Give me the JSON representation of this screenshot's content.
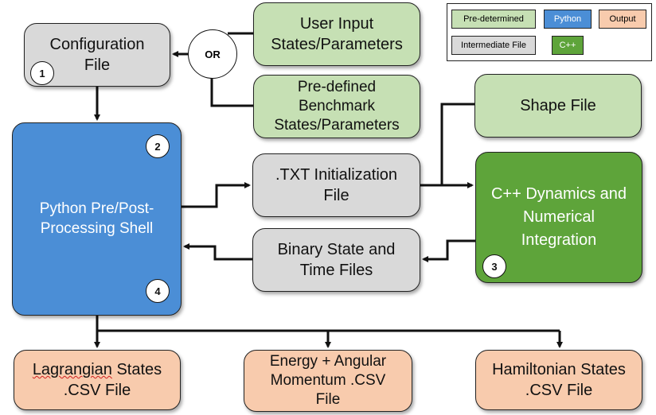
{
  "legend": {
    "predetermined": "Pre-determined",
    "python": "Python",
    "output": "Output",
    "intermediate": "Intermediate File",
    "cpp": "C++"
  },
  "nodes": {
    "config": "Configuration\nFile",
    "user_input": "User Input\nStates/Parameters",
    "benchmark": "Pre-defined\nBenchmark\nStates/Parameters",
    "python_shell": "Python Pre/Post-\nProcessing Shell",
    "txt_init": ".TXT Initialization\nFile",
    "binary": "Binary State and\nTime Files",
    "shape": "Shape File",
    "cpp": "C++ Dynamics and\nNumerical\nIntegration",
    "lagrangian_1": "Lagrangian",
    "lagrangian_2": " States\n.CSV File",
    "energy": "Energy + Angular\nMomentum .CSV\nFile",
    "hamiltonian": "Hamiltonian States\n.CSV File"
  },
  "or_label": "OR",
  "badges": {
    "b1": "1",
    "b2": "2",
    "b3": "3",
    "b4": "4"
  },
  "colors": {
    "predetermined": "#c6e0b4",
    "python": "#4b8ed6",
    "output": "#f8cbad",
    "intermediate": "#d9d9d9",
    "cpp": "#5ea43a"
  }
}
